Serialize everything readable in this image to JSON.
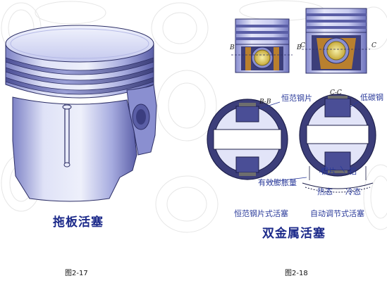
{
  "left": {
    "title": "拖板活塞",
    "fig_label": "图2-17"
  },
  "right": {
    "title": "双金属活塞",
    "fig_label": "图2-18",
    "section_marks": {
      "b1": "B",
      "b2": "B",
      "c1": "C",
      "c2": "C",
      "bb": "B-B",
      "cc": "C-C"
    },
    "callouts": {
      "invar_strip": "恒范钢片",
      "low_carbon_steel": "低碳钢",
      "steel_strip": "钢片",
      "aluminum": "铝",
      "expansion": "有效膨胀量",
      "hot_state": "热态",
      "cold_state": "冷态",
      "invar_piston": "恒范钢片式活塞",
      "auto_piston": "自动调节式活塞"
    }
  },
  "colors": {
    "metal_light": "#d8dcf4",
    "metal_mid": "#9aa0d8",
    "metal_dark": "#4a4e96",
    "steel_strip": "#6e6e6e",
    "title_blue": "#1c2a8a",
    "callout_blue": "#2a3a9a"
  }
}
